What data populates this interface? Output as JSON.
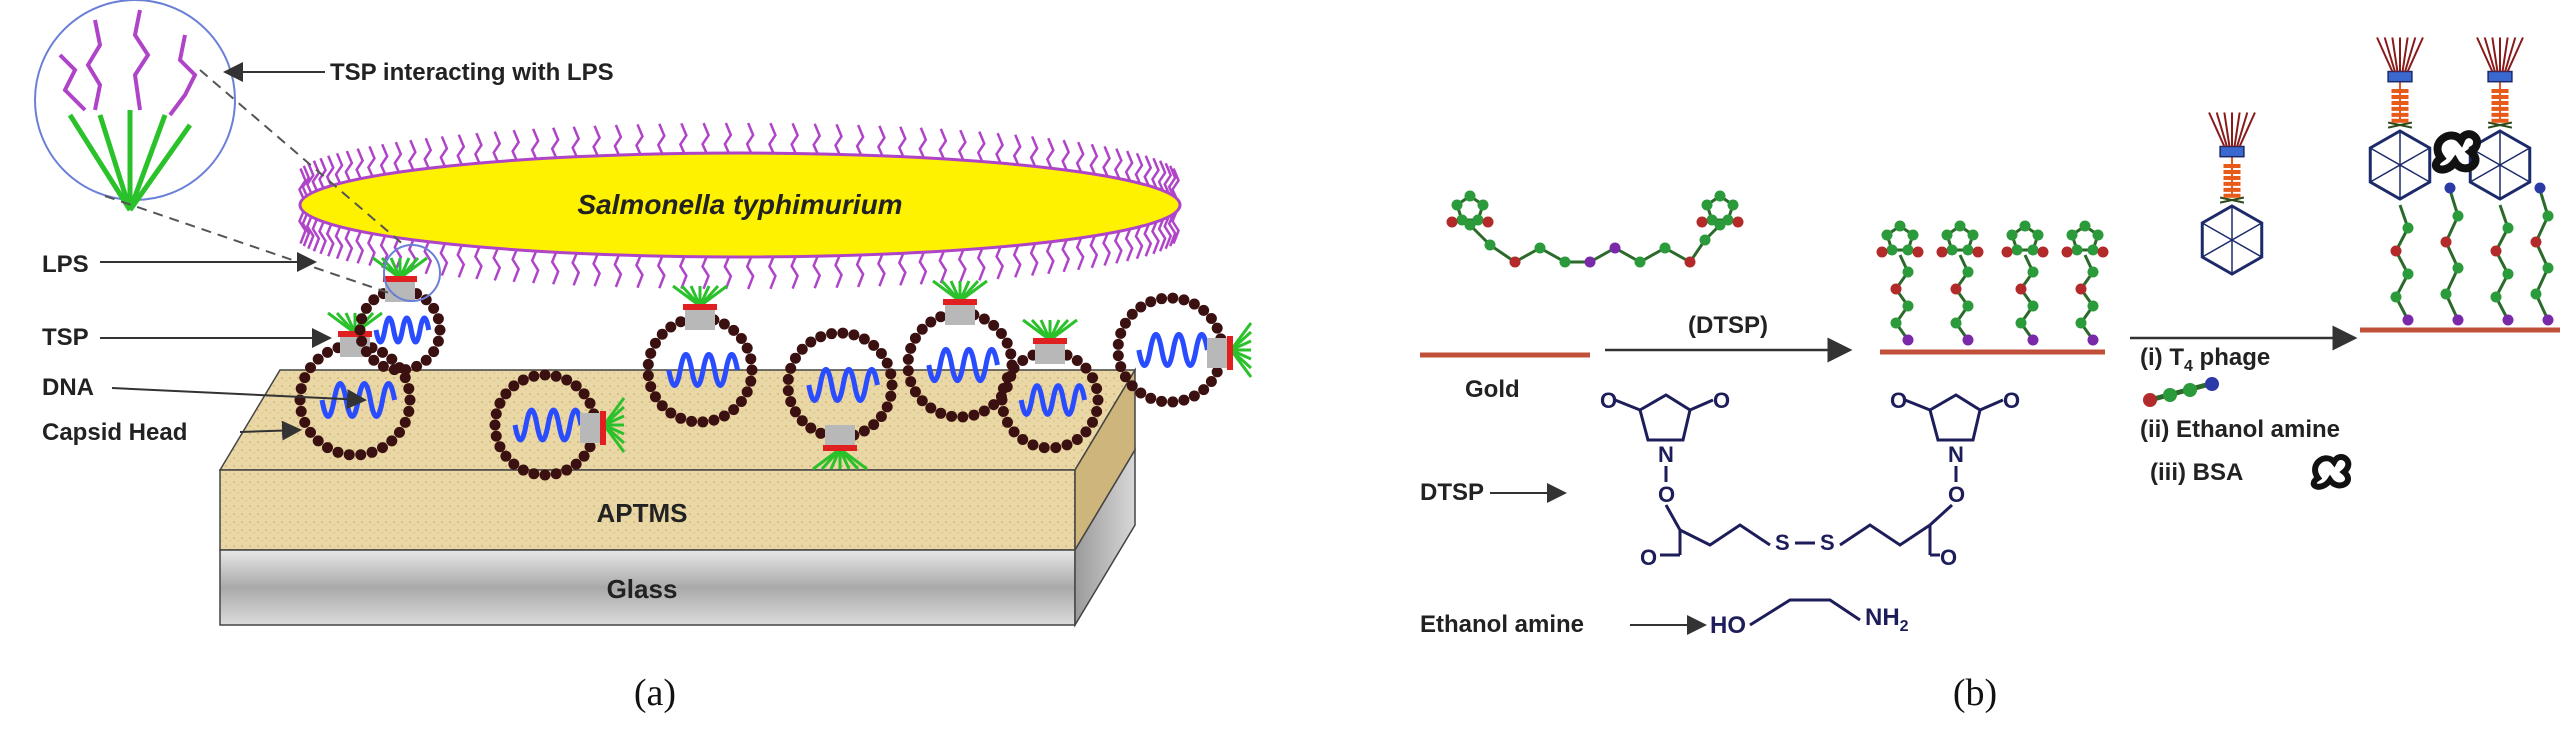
{
  "panel_a": {
    "caption": "(a)",
    "bacterium": "Salmonella typhimurium",
    "labels": {
      "tsp_lps": "TSP interacting with LPS",
      "lps": "LPS",
      "tsp": "TSP",
      "dna": "DNA",
      "capsid": "Capsid Head"
    },
    "layers": {
      "aptms": "APTMS",
      "glass": "Glass"
    }
  },
  "panel_b": {
    "caption": "(b)",
    "gold": "Gold",
    "step1": "(DTSP)",
    "step2": {
      "prefix": "(i) T",
      "sub": "4",
      "suffix": " phage"
    },
    "step3": "(ii) Ethanol amine",
    "step4": "(iii) BSA",
    "dtsp_label": "DTSP",
    "ethanolamine_label": "Ethanol amine",
    "chem": {
      "o": "O",
      "n": "N",
      "s": "S",
      "ho": "HO",
      "nh": "NH",
      "nh_sub": "2"
    }
  },
  "colors": {
    "bacterium": "#fff200",
    "lps": "#b044c8",
    "capsid": "#3a1010",
    "dna": "#2a4cff",
    "tsp": "#2bc12b",
    "gold_line": "#c0503a",
    "sand": "#ead7a6",
    "glass": "#c4c4c4"
  }
}
